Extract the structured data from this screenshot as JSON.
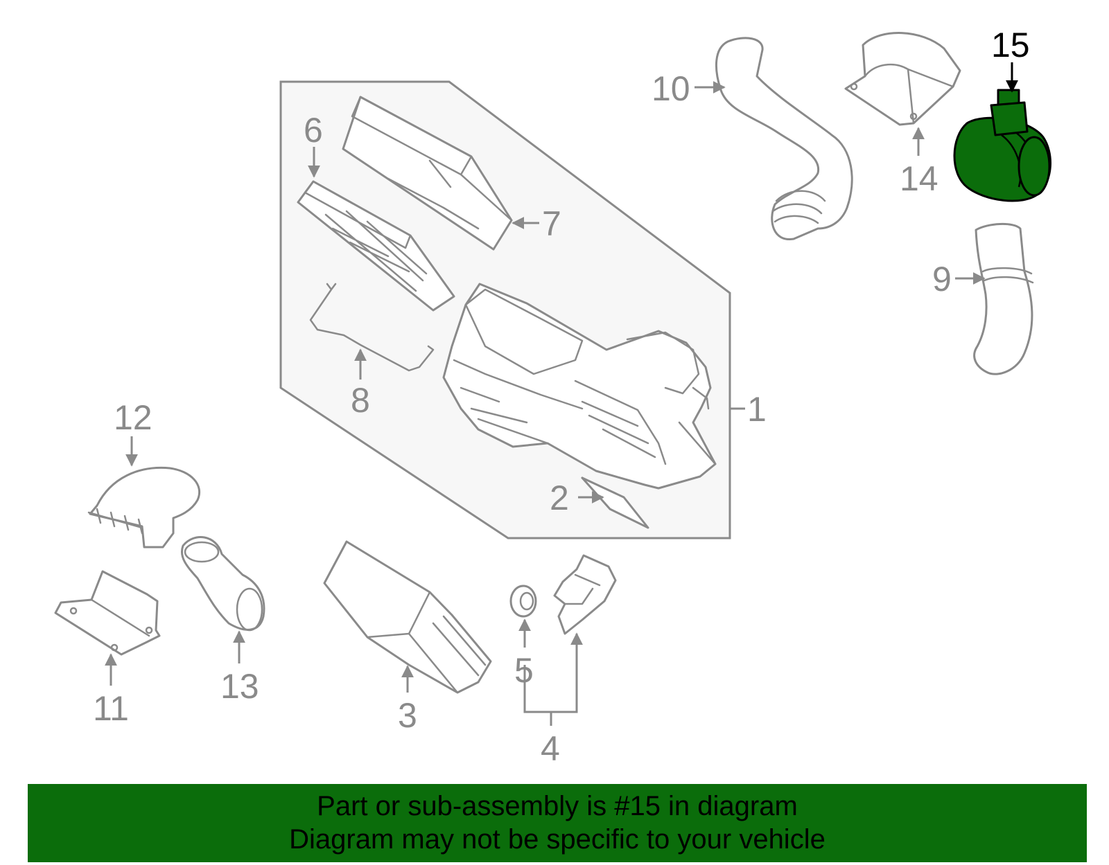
{
  "callouts": [
    {
      "id": "1",
      "label": "1"
    },
    {
      "id": "2",
      "label": "2"
    },
    {
      "id": "3",
      "label": "3"
    },
    {
      "id": "4",
      "label": "4"
    },
    {
      "id": "5",
      "label": "5"
    },
    {
      "id": "6",
      "label": "6"
    },
    {
      "id": "7",
      "label": "7"
    },
    {
      "id": "8",
      "label": "8"
    },
    {
      "id": "9",
      "label": "9"
    },
    {
      "id": "10",
      "label": "10"
    },
    {
      "id": "11",
      "label": "11"
    },
    {
      "id": "12",
      "label": "12"
    },
    {
      "id": "13",
      "label": "13"
    },
    {
      "id": "14",
      "label": "14"
    },
    {
      "id": "15",
      "label": "15"
    }
  ],
  "highlight": {
    "part": "15",
    "fill_color": "#0b6d0b"
  },
  "colors": {
    "line": "#8a8a8a",
    "banner": "#0b6d0b",
    "panel": "#f7f7f7"
  },
  "banner": {
    "line1": "Part or sub-assembly is #15 in diagram",
    "line2": "Diagram may not be specific to your vehicle"
  }
}
